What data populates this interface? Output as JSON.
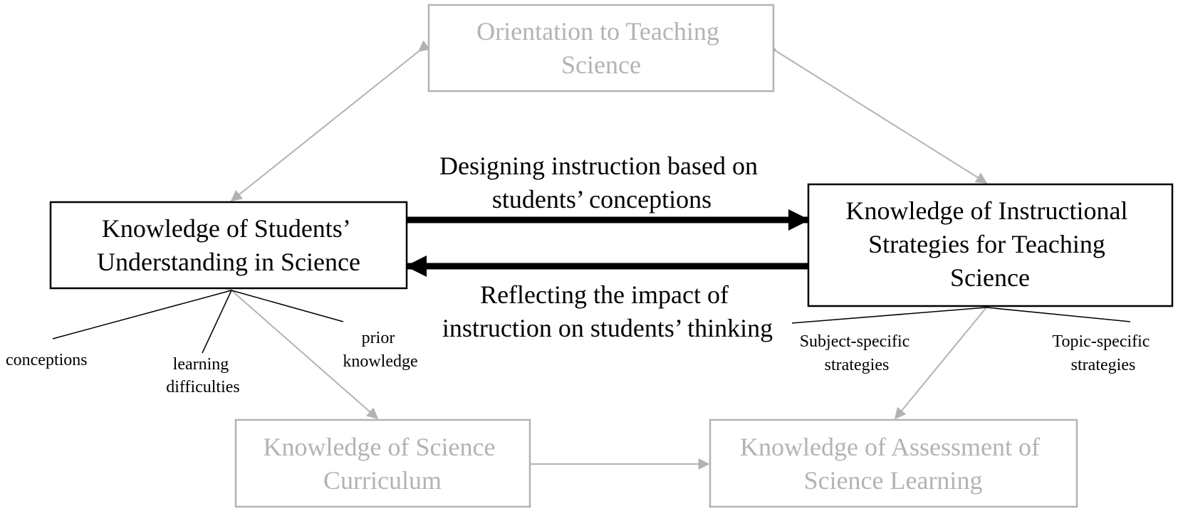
{
  "colors": {
    "primary": "#000000",
    "muted": "#b3b3b3",
    "background": "#ffffff"
  },
  "boxes": {
    "orientation": {
      "lines": [
        "Orientation to Teaching",
        "Science"
      ],
      "emphasis": "muted"
    },
    "students": {
      "lines": [
        "Knowledge of Students’",
        "Understanding in Science"
      ],
      "emphasis": "primary"
    },
    "strategies": {
      "lines": [
        "Knowledge of Instructional",
        "Strategies  for Teaching",
        "Science"
      ],
      "emphasis": "primary"
    },
    "curriculum": {
      "lines": [
        "Knowledge of Science",
        "Curriculum"
      ],
      "emphasis": "muted"
    },
    "assessment": {
      "lines": [
        "Knowledge of Assessment of",
        "Science Learning"
      ],
      "emphasis": "muted"
    }
  },
  "connections": {
    "designing": {
      "from": "students",
      "to": "strategies",
      "lines": [
        "Designing instruction based on",
        "students’ conceptions"
      ]
    },
    "reflecting": {
      "from": "strategies",
      "to": "students",
      "lines": [
        "Reflecting the impact of",
        "instruction on students’ thinking"
      ]
    }
  },
  "students_components": {
    "conceptions": [
      "conceptions"
    ],
    "learning_difficulties": [
      "learning",
      "difficulties"
    ],
    "prior_knowledge": [
      "prior",
      "knowledge"
    ]
  },
  "strategies_components": {
    "subject_specific": [
      "Subject-specific",
      "strategies"
    ],
    "topic_specific": [
      "Topic-specific",
      "strategies"
    ]
  }
}
